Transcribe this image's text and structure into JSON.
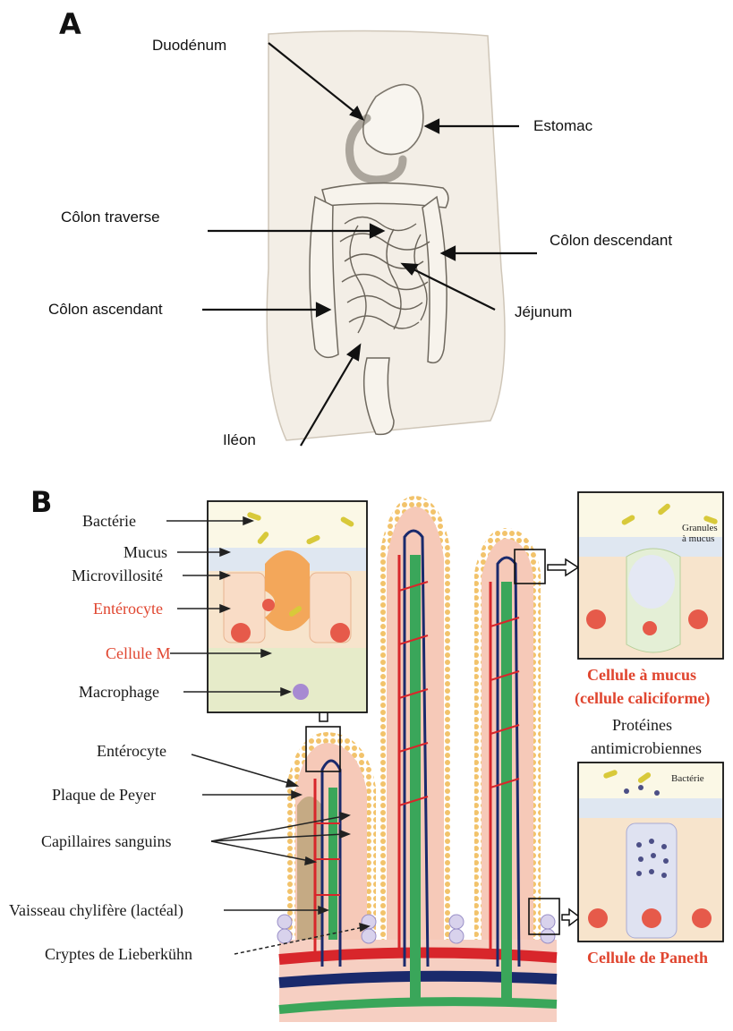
{
  "panel_a": {
    "letter": "A",
    "labels": {
      "duodenum": "Duodénum",
      "estomac": "Estomac",
      "colon_traverse": "Côlon traverse",
      "colon_descendant": "Côlon descendant",
      "colon_ascendant": "Côlon ascendant",
      "jejunum": "Jéjunum",
      "ileon": "Iléon"
    }
  },
  "panel_b": {
    "letter": "B",
    "labels": {
      "bacterie": "Bactérie",
      "mucus": "Mucus",
      "microvillosite": "Microvillosité",
      "enterocyte_red": "Entérocyte",
      "cellule_m": "Cellule M",
      "macrophage": "Macrophage",
      "enterocyte": "Entérocyte",
      "plaque_peyer": "Plaque de Peyer",
      "capillaires": "Capillaires sanguins",
      "vaisseau": "Vaisseau chylifère (lactéal)",
      "cryptes": "Cryptes de Lieberkühn",
      "granules": "Granules à mucus",
      "cellule_mucus_1": "Cellule à mucus",
      "cellule_mucus_2": "(cellule caliciforme)",
      "proteines_1": "Protéines",
      "proteines_2": "antimicrobiennes",
      "bacterie_small": "Bactérie",
      "cellule_paneth": "Cellule de Paneth"
    }
  },
  "colors": {
    "accent_red": "#e0452f",
    "artery": "#d8262b",
    "vein": "#1a2a6c",
    "lacteal": "#3aa65a",
    "villus_fill": "#f6c9b8",
    "epithelium_dots": "#f2c36b",
    "body_fill": "#f3eee6"
  }
}
